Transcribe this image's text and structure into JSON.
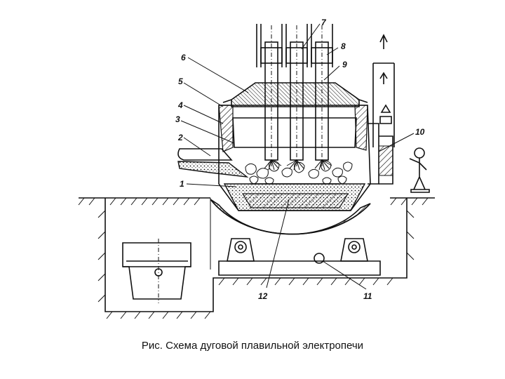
{
  "caption": "Рис. Схема дуговой плавильной электропечи",
  "labels": {
    "l1": "1",
    "l2": "2",
    "l3": "3",
    "l4": "4",
    "l5": "5",
    "l6": "6",
    "l7": "7",
    "l8": "8",
    "l9": "9",
    "l10": "10",
    "l11": "11",
    "l12": "12"
  },
  "colors": {
    "ink": "#111111",
    "background": "#ffffff"
  }
}
